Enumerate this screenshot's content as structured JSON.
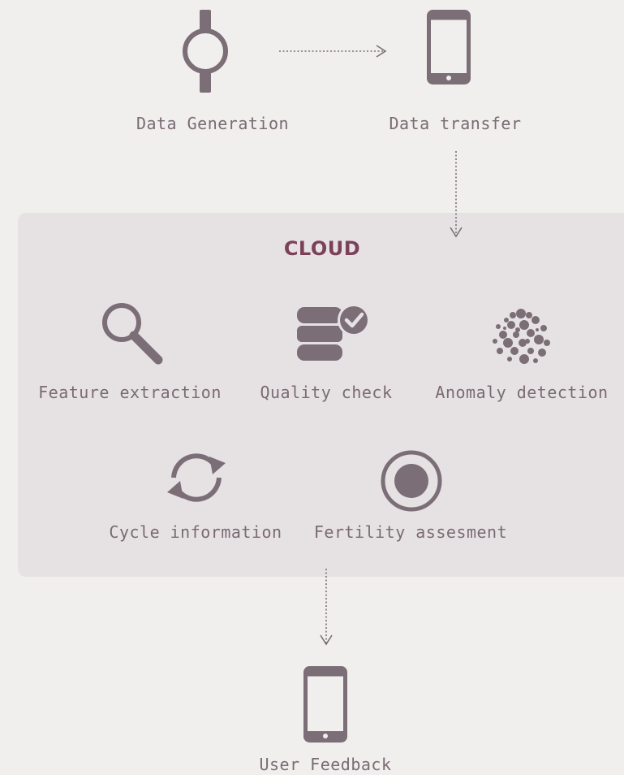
{
  "top": {
    "generation_label": "Data Generation",
    "transfer_label": "Data transfer",
    "watch_icon": "watch-icon",
    "phone_icon": "smartphone-icon"
  },
  "cloud": {
    "title": "CLOUD",
    "steps": [
      {
        "label": "Feature extraction",
        "icon": "magnifier-icon"
      },
      {
        "label": "Quality check",
        "icon": "database-check-icon"
      },
      {
        "label": "Anomaly detection",
        "icon": "particle-cluster-icon"
      },
      {
        "label": "Cycle information",
        "icon": "sync-arrows-icon"
      },
      {
        "label": "Fertility assesment",
        "icon": "radio-dot-icon"
      }
    ]
  },
  "bottom": {
    "feedback_label": "User Feedback",
    "phone_icon": "smartphone-icon"
  },
  "colors": {
    "background": "#f0efed",
    "cloud_panel": "#e6e2e3",
    "icon": "#7b6e76",
    "title": "#7b4158",
    "text": "#7a6a74"
  }
}
